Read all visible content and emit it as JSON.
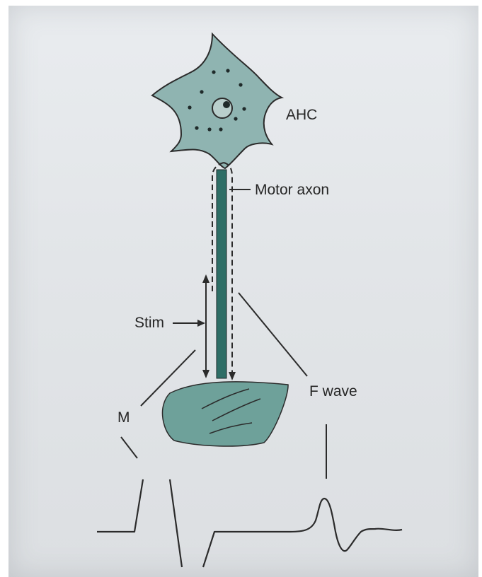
{
  "labels": {
    "ahc": "AHC",
    "motor_axon": "Motor axon",
    "stim": "Stim",
    "f_wave": "F wave",
    "m": "M"
  },
  "colors": {
    "neuron_fill": "#8fb4b1",
    "axon_fill": "#2e6e66",
    "muscle_fill": "#6ea19a",
    "ink": "#262626"
  }
}
